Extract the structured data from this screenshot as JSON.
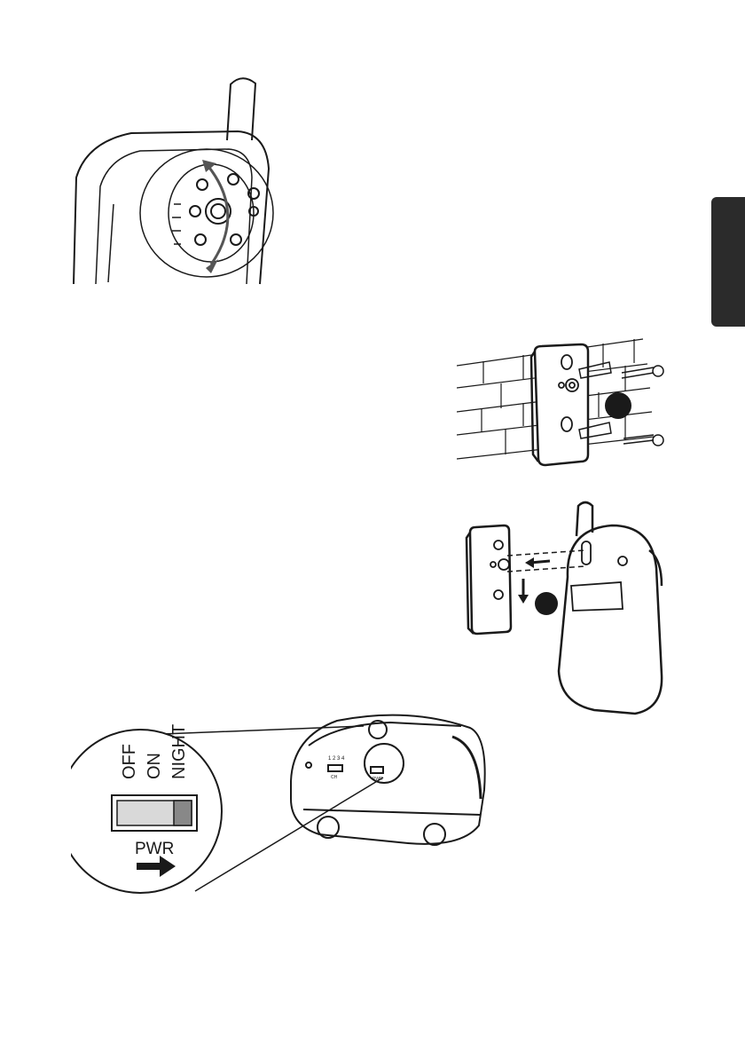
{
  "switch_labels": {
    "off": "OFF",
    "on": "ON",
    "night": "NIGHT",
    "pwr": "PWR",
    "ch": "CH",
    "ch_numbers": "1 2 3 4"
  },
  "colors": {
    "ink": "#1a1a1a",
    "tab": "#2b2b2b",
    "switch_body": "#d9d9d9",
    "switch_knob": "#888888",
    "marker": "#1a1a1a"
  }
}
